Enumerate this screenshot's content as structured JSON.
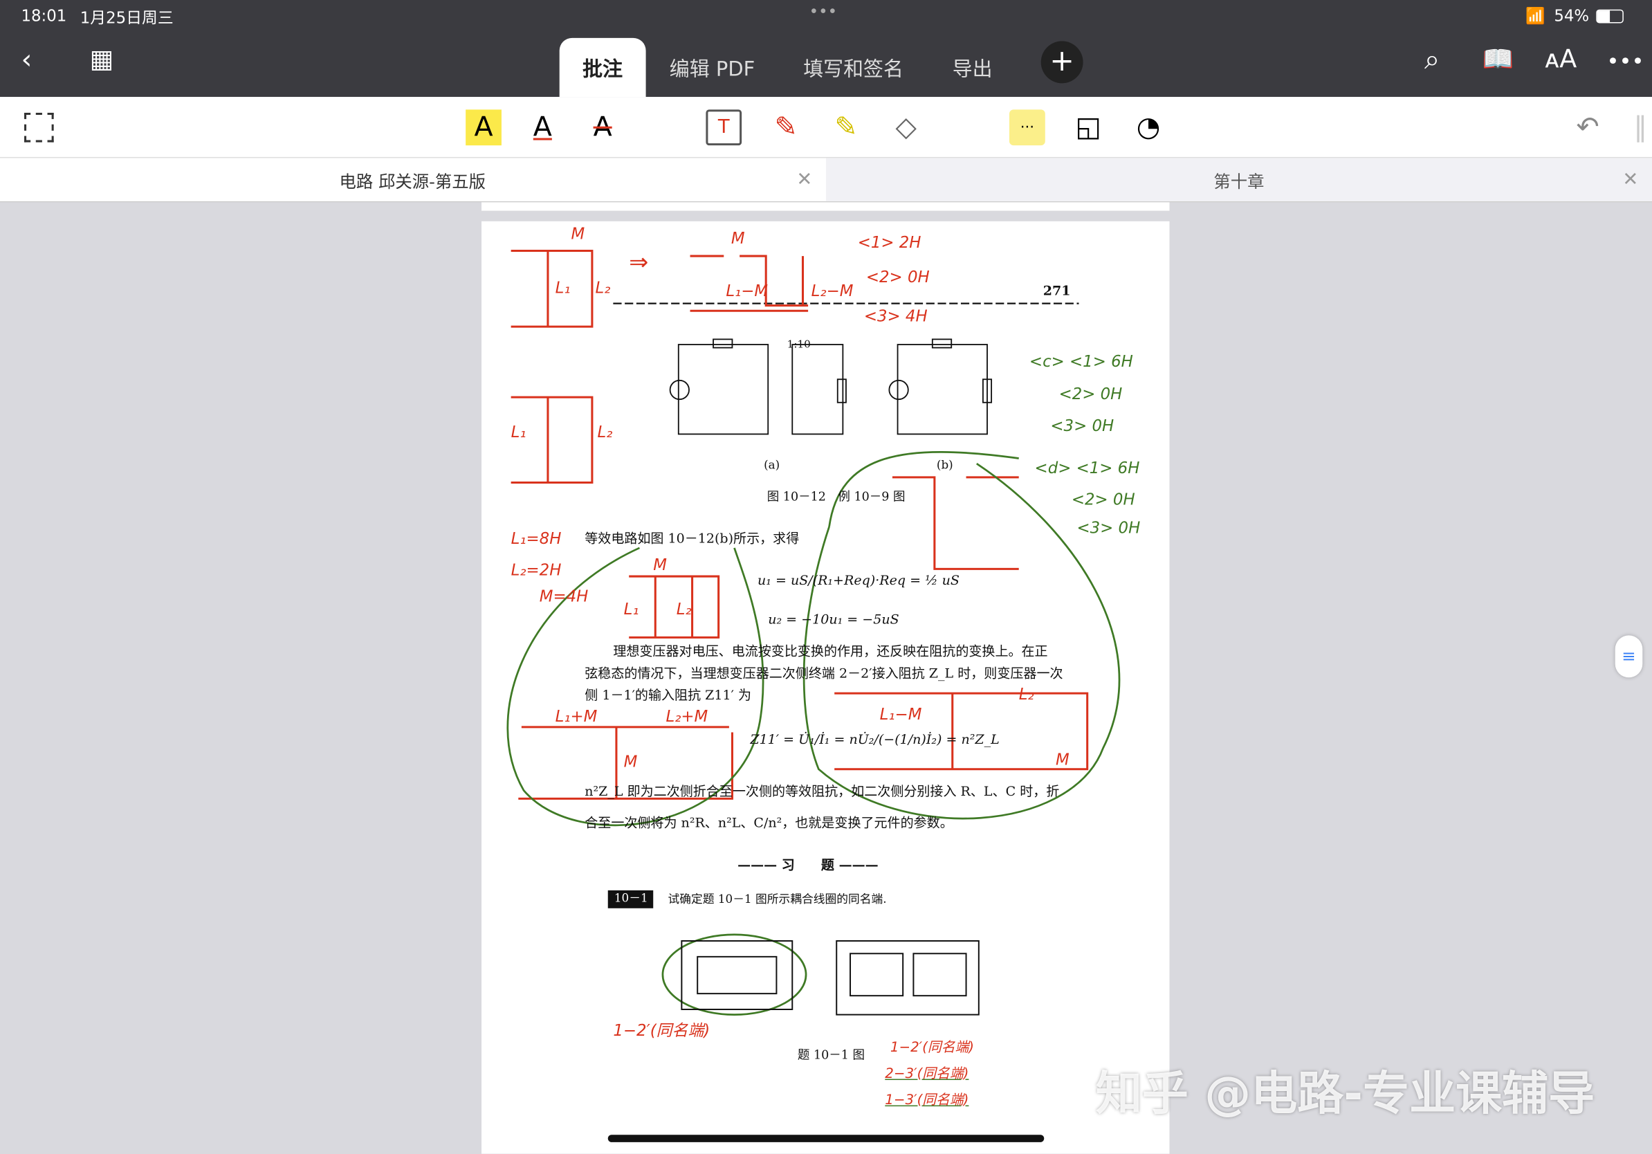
{
  "status": {
    "time": "18:01",
    "date": "1月25日周三",
    "battery": "54%"
  },
  "nav": {
    "tabs": [
      "批注",
      "编辑 PDF",
      "填写和签名",
      "导出"
    ],
    "active_tab": "批注"
  },
  "doc_tabs": [
    {
      "title": "电路 邱关源-第五版"
    },
    {
      "title": "第十章"
    }
  ],
  "page": {
    "page_number": "271",
    "fig_a": "(a)",
    "fig_b": "(b)",
    "ratio": "1:10",
    "caption1": "图 10－12　例 10－9 图",
    "line1": "等效电路如图 10－12(b)所示，求得",
    "eq1": "u₁ = uS/(R₁+Req)·Req = ½ uS",
    "eq2": "u₂ = −10u₁ = −5uS",
    "para1": "理想变压器对电压、电流按变比变换的作用，还反映在阻抗的变换上。在正",
    "para2": "弦稳态的情况下，当理想变压器二次侧终端 2－2′接入阻抗 Z_L 时，则变压器一次",
    "para3": "侧 1－1′的输入阻抗 Z11′ 为",
    "eq3": "Z11′ = U̇₁/İ₁ = nU̇₂/(−(1/n)İ₂) = n²Z_L",
    "para4": "n²Z_L 即为二次侧折合至一次侧的等效阻抗，如二次侧分别接入 R、L、C 时，折",
    "para5": "合至一次侧将为 n²R、n²L、C/n²，也就是变换了元件的参数。",
    "section": "——— 习　　题 ———",
    "problem_no": "10－1",
    "problem": "试确定题 10－1 图所示耦合线圈的同名端.",
    "caption2": "题 10－1 图"
  },
  "handwriting": {
    "red": [
      "M",
      "L₁",
      "L₂",
      "⇒",
      "M",
      "L₁−M",
      "L₂−M",
      "<1> 2H",
      "<2> 0H",
      "<3> 4H",
      "L₁",
      "L₂",
      "L₁=8H",
      "L₂=2H",
      "M=4H",
      "M",
      "L₁",
      "L₂",
      "L₁+M",
      "L₂+M",
      "M",
      "L₁−M",
      "M",
      "L₂",
      "1−2′(同名端)",
      "1−2′(同名端)",
      "2−3′(同名端)",
      "1−3′(同名端)"
    ],
    "green": [
      "<c> <1> 6H",
      "<2> 0H",
      "<3> 0H",
      "<d> <1> 6H",
      "<2> 0H",
      "<3> 0H"
    ]
  },
  "watermark": "知乎 @电路-专业课辅导",
  "colors": {
    "topbar": "#3b3b40",
    "ink_red": "#d9321c",
    "ink_green": "#3f7a25"
  }
}
